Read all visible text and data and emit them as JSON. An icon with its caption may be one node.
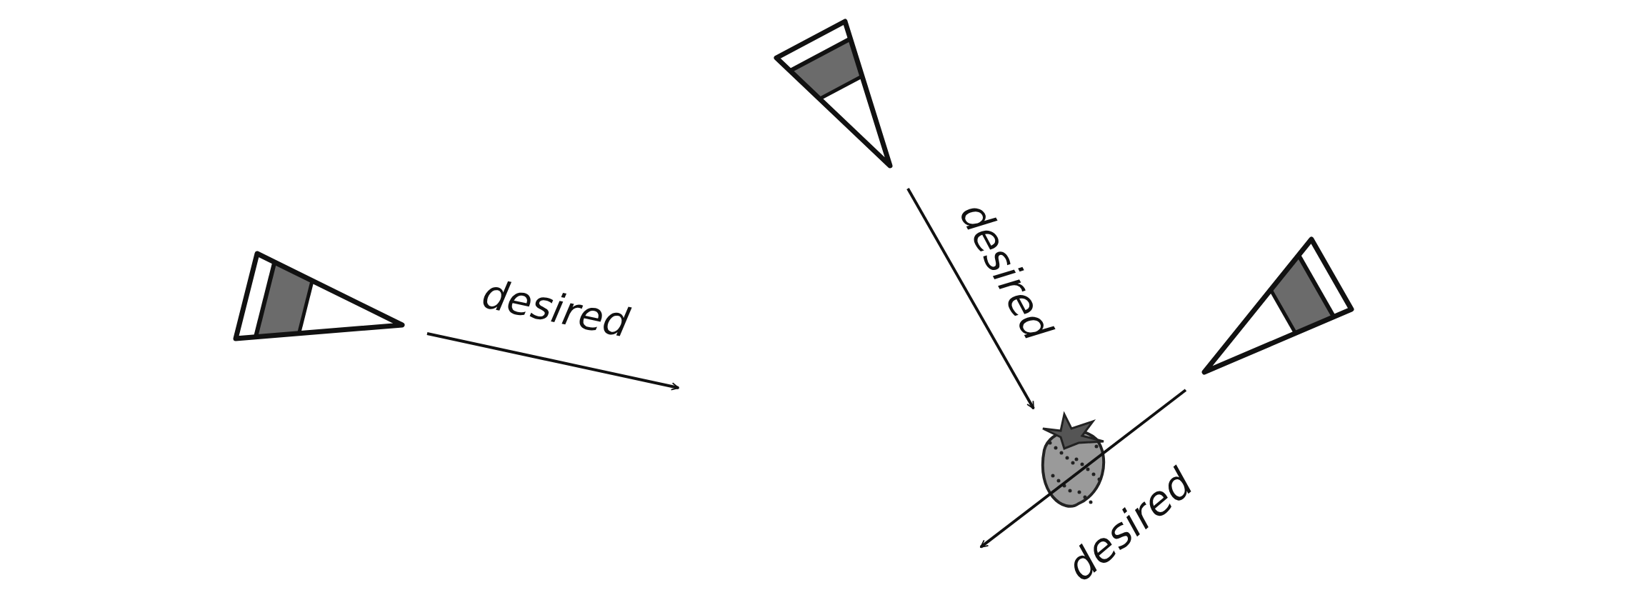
{
  "diagram": {
    "labels": [
      "desired",
      "desired",
      "desired"
    ]
  }
}
